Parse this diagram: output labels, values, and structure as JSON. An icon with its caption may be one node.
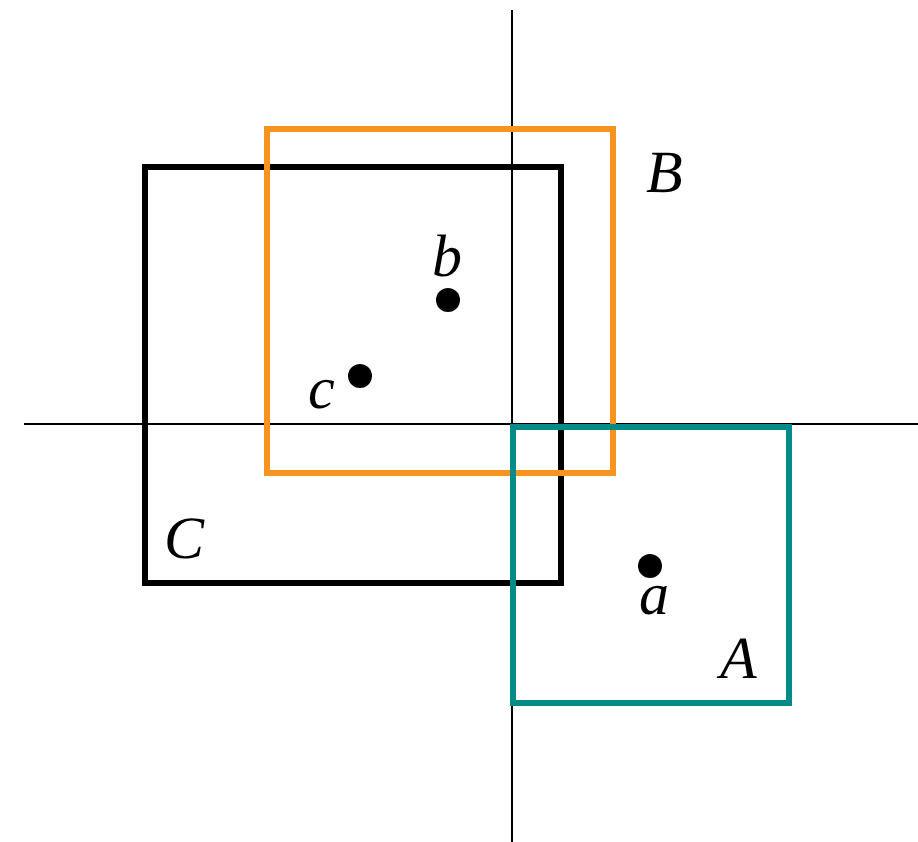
{
  "diagram": {
    "nodes": [
      {
        "text": [
          "B"
        ]
      },
      {
        "text": [
          "C"
        ]
      },
      {
        "text": [
          "b"
        ]
      },
      {
        "text": [
          "c"
        ]
      },
      {
        "text": [
          "A"
        ]
      },
      {
        "text": [
          "a"
        ],
        "in": 4
      }
    ],
    "edges": []
  }
}
